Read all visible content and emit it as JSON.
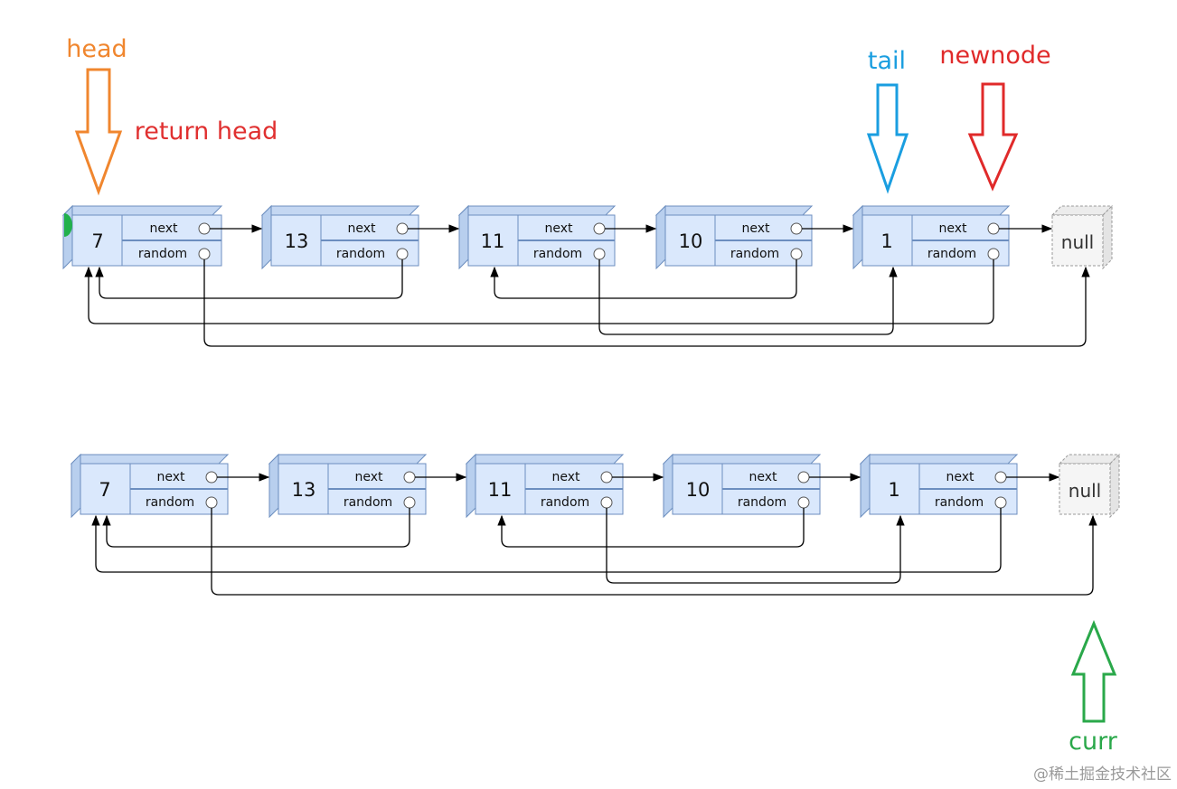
{
  "labels": {
    "head": "head",
    "return_head": "return head",
    "tail": "tail",
    "newnode": "newnode",
    "curr": "curr"
  },
  "field_labels": {
    "next": "next",
    "random": "random"
  },
  "null_label": "null",
  "lists": [
    {
      "nodes": [
        "7",
        "13",
        "11",
        "10",
        "1"
      ]
    },
    {
      "nodes": [
        "7",
        "13",
        "11",
        "10",
        "1"
      ]
    }
  ],
  "watermark": "@稀土掘金技术社区",
  "colors": {
    "head": "#f0862e",
    "return_head": "#e03030",
    "tail": "#1a9ee0",
    "newnode": "#e02a2a",
    "curr": "#2aa84a",
    "node_fill": "#dae8fc",
    "node_stroke": "#6c8ebf",
    "null_fill": "#f5f5f5",
    "null_stroke": "#999999",
    "head_dot": "#22b14c"
  }
}
